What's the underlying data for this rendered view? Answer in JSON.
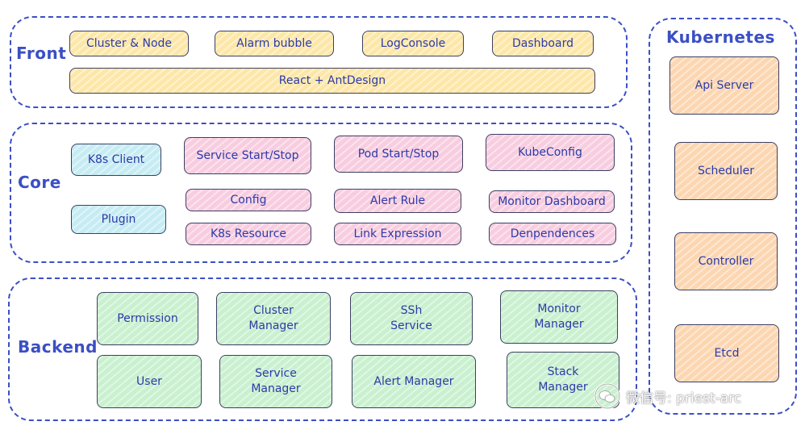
{
  "layers": {
    "front": {
      "label": "Front",
      "boxes": {
        "cluster_node": "Cluster & Node",
        "alarm_bubble": "Alarm bubble",
        "log_console": "LogConsole",
        "dashboard": "Dashboard",
        "react_antdesign": "React +  AntDesign"
      }
    },
    "core": {
      "label": "Core",
      "boxes": {
        "k8s_client": "K8s Client",
        "plugin": "Plugin",
        "service_start_stop": "Service Start/Stop",
        "pod_start_stop": "Pod Start/Stop",
        "kubeconfig": "KubeConfig",
        "config": "Config",
        "alert_rule": "Alert Rule",
        "monitor_dashboard": "Monitor Dashboard",
        "k8s_resource": "K8s Resource",
        "link_expression": "Link Expression",
        "dependences": "Denpendences"
      }
    },
    "backend": {
      "label": "Backend",
      "boxes": {
        "permission": "Permission",
        "cluster_manager": "Cluster\nManager",
        "ssh_service": "SSh\nService",
        "monitor_manager": "Monitor\nManager",
        "user": "User",
        "service_manager": "Service\nManager",
        "alert_manager": "Alert Manager",
        "stack_manager": "Stack\nManager"
      }
    },
    "kubernetes": {
      "label": "Kubernetes",
      "boxes": {
        "api_server": "Api Server",
        "scheduler": "Scheduler",
        "controller": "Controller",
        "etcd": "Etcd"
      }
    }
  },
  "watermark": "微信号: priest-arc",
  "colors": {
    "frame": "#3b4fc4",
    "text": "#2c3aa8",
    "yellow": "#fde7a8",
    "pink": "#f8cde0",
    "cyan": "#c6ecf3",
    "green": "#c9f0cf",
    "orange": "#fcd6b0"
  }
}
